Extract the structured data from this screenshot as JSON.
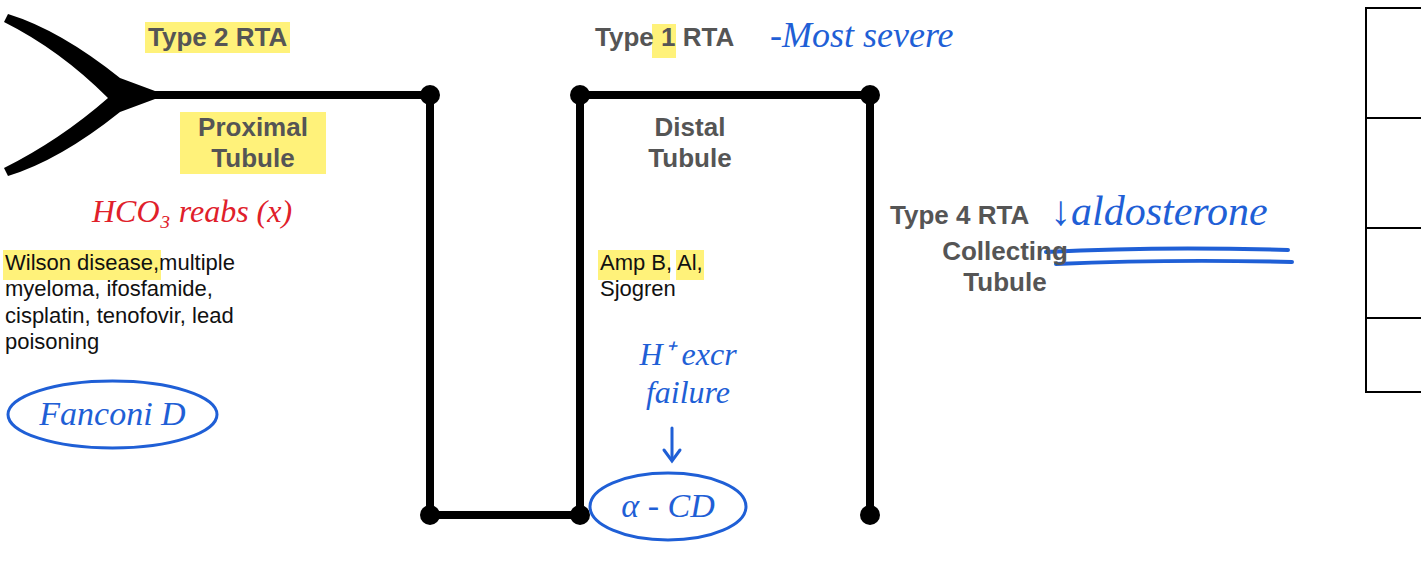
{
  "diagram": {
    "nodes": [
      {
        "text": [
          "Fanconi D"
        ]
      },
      {
        "text": [
          "α - CD"
        ]
      }
    ],
    "labels": [
      "Type 2 RTA",
      "Proximal Tubule",
      "HCO₃ reabs (x)",
      "Wilson disease,multiple myeloma, ifosfamide, cisplatin, tenofovir, lead poisoning",
      "Type 1 RTA",
      "-Most severe",
      "Distal Tubule",
      "Amp B, Al, Sjogren",
      "H⁺ excr failure",
      "Type 4 RTA",
      "Collecting Tubule",
      "↓aldosterone"
    ]
  }
}
